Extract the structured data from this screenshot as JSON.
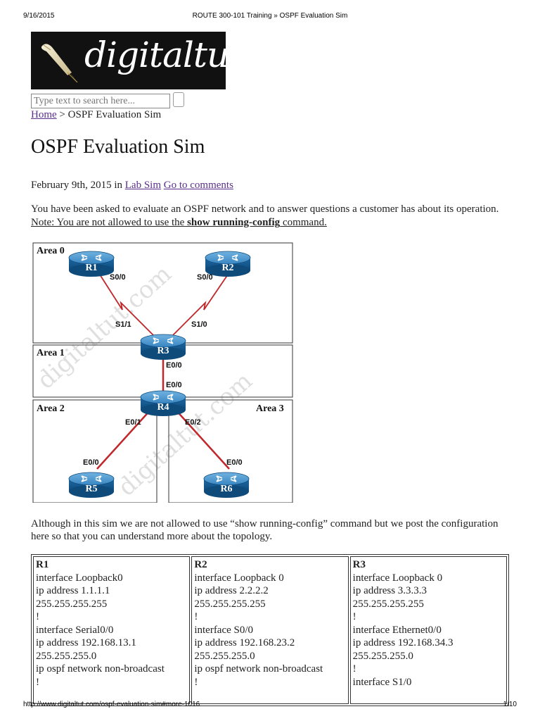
{
  "print_header": {
    "date": "9/16/2015",
    "title": "ROUTE 300-101 Training » OSPF Evaluation Sim"
  },
  "logo": {
    "text": "digitaltut"
  },
  "search": {
    "placeholder": "Type text to search here..."
  },
  "breadcrumb": {
    "home": "Home",
    "separator": ">",
    "current": "OSPF Evaluation Sim"
  },
  "post": {
    "title": "OSPF Evaluation Sim",
    "date": "February 9th, 2015",
    "in_text": "in",
    "category": "Lab Sim",
    "comments_link": "Go to comments",
    "intro": "You have been asked to evaluate an OSPF network and to answer questions a customer has about its operation.",
    "note_prefix": "Note: You are not allowed to use the",
    "note_command": "show running-config",
    "note_suffix": "command.",
    "para2": "Although in this sim we are not allowed to use “show running-config” command but we post the configuration here so that you can understand more about the topology."
  },
  "topology": {
    "watermark": "digitaltut.com",
    "areas": [
      "Area 0",
      "Area 1",
      "Area 2",
      "Area 3"
    ],
    "routers": [
      "R1",
      "R2",
      "R3",
      "R4",
      "R5",
      "R6"
    ],
    "interfaces": {
      "r1_s00": "S0/0",
      "r2_s00": "S0/0",
      "r3_s11": "S1/1",
      "r3_s10": "S1/0",
      "r3_e00": "E0/0",
      "r4_e00": "E0/0",
      "r4_e01": "E0/1",
      "r4_e02": "E0/2",
      "r5_e00": "E0/0",
      "r6_e00": "E0/0"
    },
    "colors": {
      "router": "#1f6fa8",
      "link": "#c0262a"
    }
  },
  "configs": [
    {
      "name": "R1",
      "lines": [
        "interface Loopback0",
        "ip address 1.1.1.1",
        "255.255.255.255",
        "!",
        "interface Serial0/0",
        "ip address 192.168.13.1",
        "255.255.255.0",
        "ip ospf network non-broadcast",
        "!"
      ]
    },
    {
      "name": "R2",
      "lines": [
        "interface Loopback 0",
        "ip address 2.2.2.2",
        "255.255.255.255",
        "!",
        "interface S0/0",
        "ip address 192.168.23.2",
        "255.255.255.0",
        "ip ospf network non-broadcast",
        "!"
      ]
    },
    {
      "name": "R3",
      "lines": [
        "interface Loopback 0",
        "ip address 3.3.3.3",
        "255.255.255.255",
        "!",
        "interface Ethernet0/0",
        "ip address 192.168.34.3",
        "255.255.255.0",
        "!",
        "interface S1/0"
      ]
    }
  ],
  "print_footer": {
    "url": "http://www.digitaltut.com/ospf-evaluation-sim#more-1016",
    "page": "1/10"
  }
}
